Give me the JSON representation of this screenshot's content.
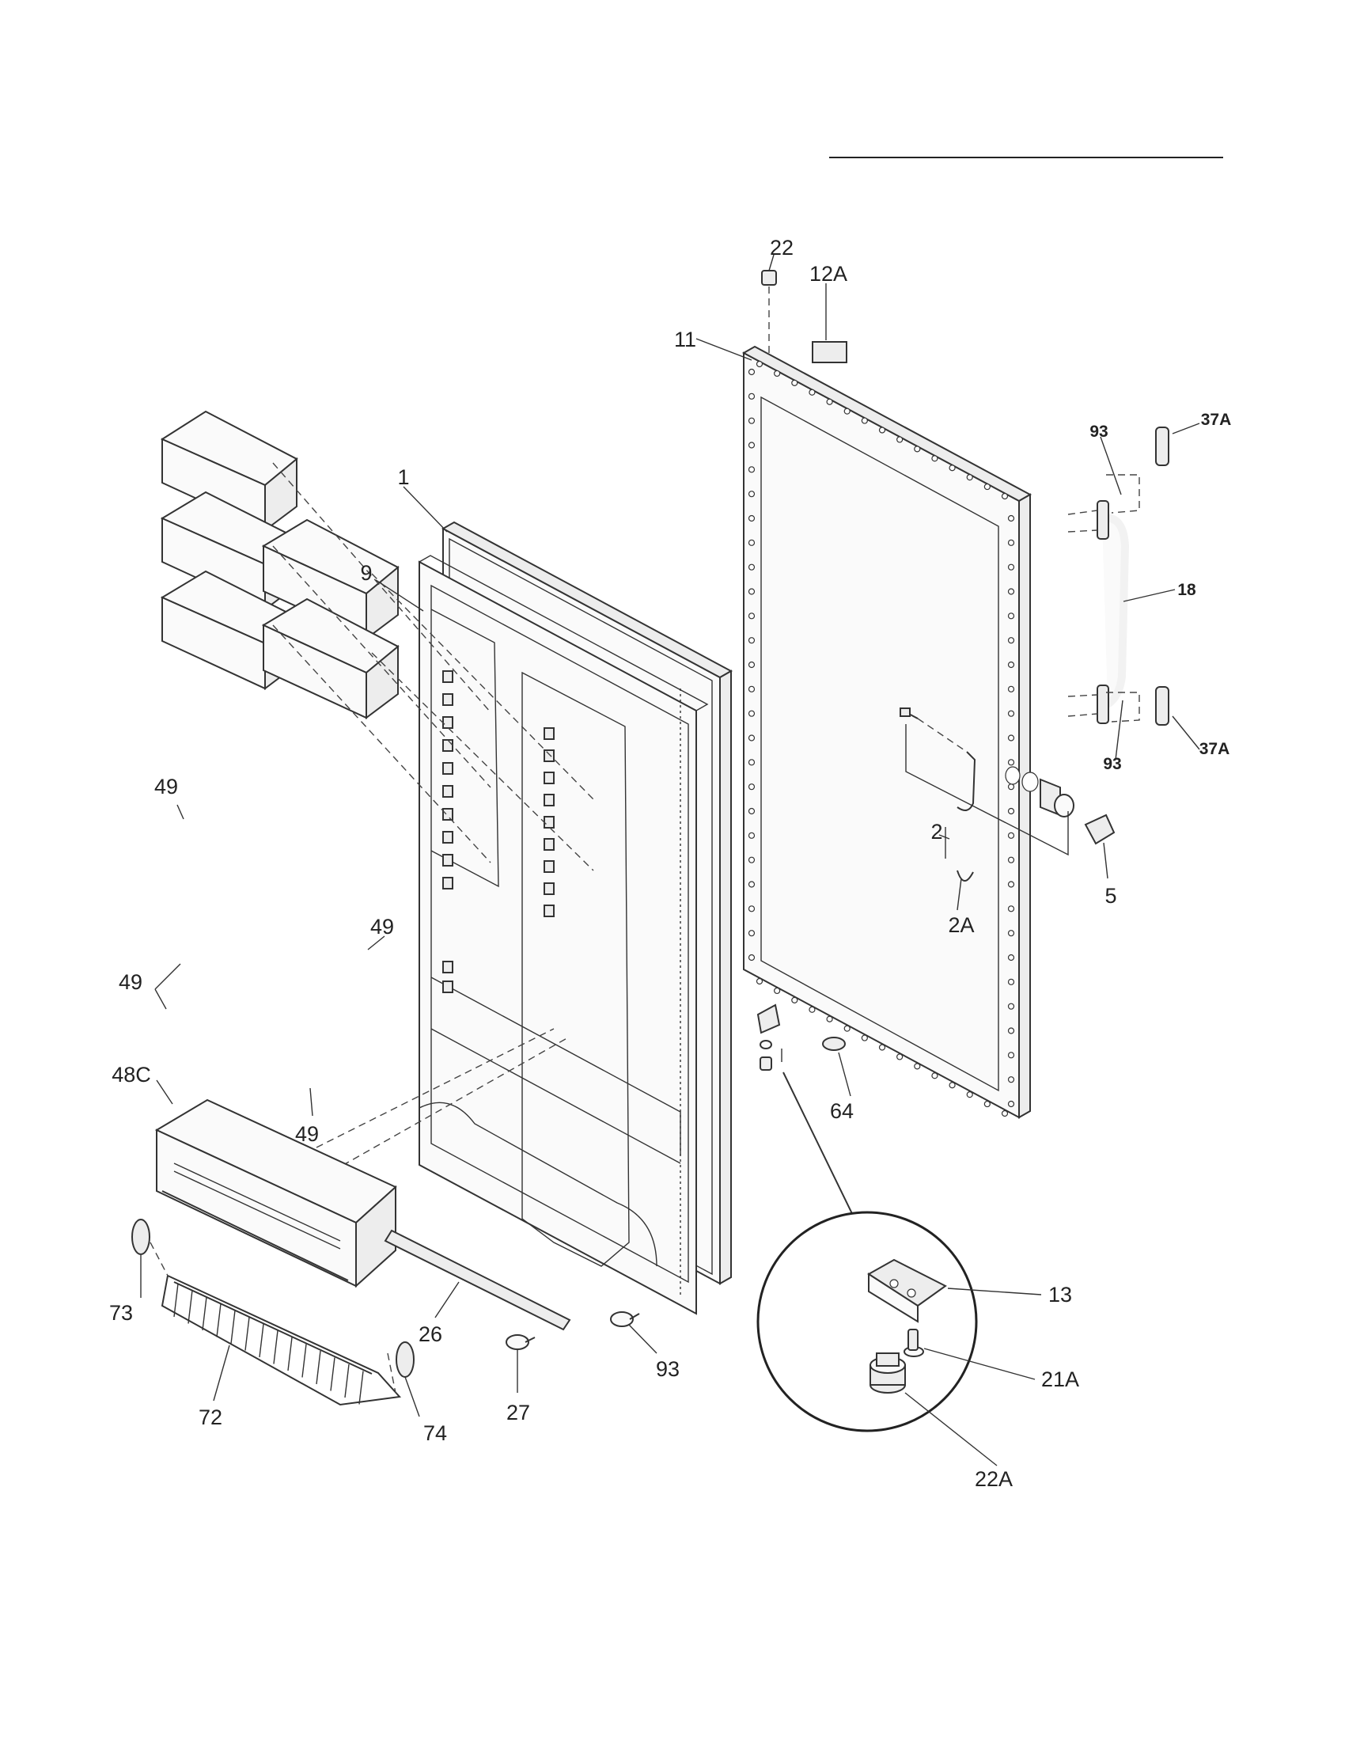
{
  "labels": {
    "p1": "1",
    "p2": "2",
    "p2a": "2A",
    "p5": "5",
    "p9": "9",
    "p11": "11",
    "p12a": "12A",
    "p13": "13",
    "p18": "18",
    "p21a": "21A",
    "p22": "22",
    "p22a": "22A",
    "p26": "26",
    "p27": "27",
    "p37a_top": "37A",
    "p37a_bottom": "37A",
    "p48c": "48C",
    "p49_top": "49",
    "p49_right_upper": "49",
    "p49_left": "49",
    "p49_right_lower": "49",
    "p64": "64",
    "p72": "72",
    "p73": "73",
    "p74": "74",
    "p93_top": "93",
    "p93_mid": "93",
    "p93_bottom": "93"
  }
}
